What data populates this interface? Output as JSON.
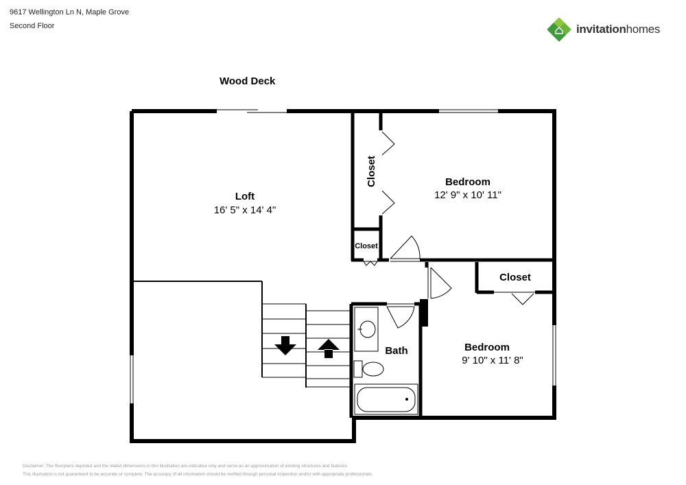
{
  "header": {
    "address": "9617 Wellington Ln N, Maple Grove",
    "floor": "Second Floor"
  },
  "logo": {
    "word_bold": "invitation",
    "word_light": "homes",
    "icon": "green-leaf-house-icon",
    "colors": {
      "green_dark": "#3f9a3c",
      "green_light": "#8cc63f",
      "text": "#333333"
    }
  },
  "plan": {
    "outside_label": "Wood Deck",
    "rooms": [
      {
        "name": "Loft",
        "dims": "16' 5\" x 14' 4\""
      },
      {
        "name": "Bedroom",
        "dims": "12' 9\" x 10' 11\""
      },
      {
        "name": "Bedroom",
        "dims": "9' 10\" x 11' 8\""
      },
      {
        "name": "Bath"
      },
      {
        "name": "Closet"
      },
      {
        "name": "Closet"
      },
      {
        "name": "Closet"
      }
    ],
    "wall_color": "#000000"
  },
  "disclaimer": {
    "line1": "Disclaimer: The floorplans depicted and the stated dimensions in this illustration are indicative only and serve as an approximation of existing structures and features.",
    "line2": "This illustration is not guaranteed to be accurate or complete. The accuracy of all information should be verified through personal inspection and/or with appropriate professionals."
  }
}
